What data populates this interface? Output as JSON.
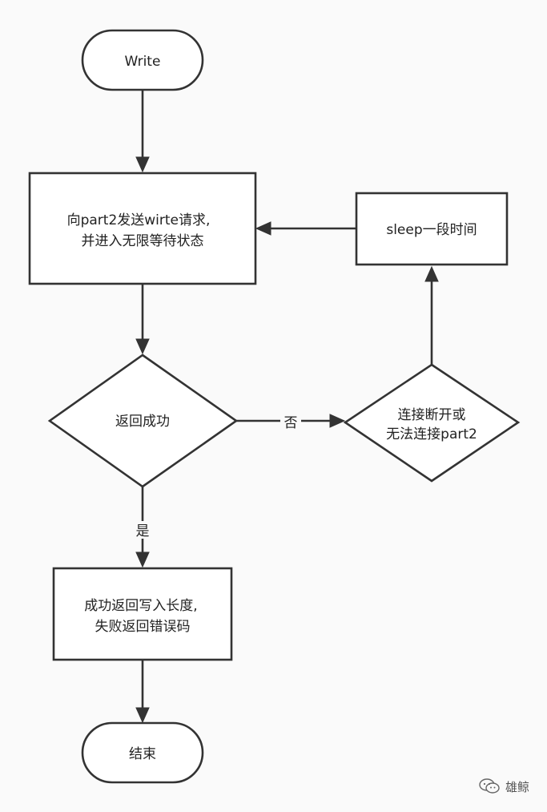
{
  "nodes": {
    "start": {
      "text": "Write"
    },
    "send_request": {
      "line1": "向part2发送wirte请求,",
      "line2": "并进入无限等待状态"
    },
    "check_success": {
      "text": "返回成功"
    },
    "connection_lost": {
      "line1": "连接断开或",
      "line2": "无法连接part2"
    },
    "sleep": {
      "text": "sleep一段时间"
    },
    "result": {
      "line1": "成功返回写入长度,",
      "line2": "失败返回错误码"
    },
    "end": {
      "text": "结束"
    }
  },
  "edges": {
    "no_label": "否",
    "yes_label": "是"
  },
  "watermark": {
    "text": "雄鲸",
    "icon": "wechat-icon"
  },
  "colors": {
    "stroke": "#333333",
    "fill": "#ffffff",
    "background": "#fafafa"
  }
}
